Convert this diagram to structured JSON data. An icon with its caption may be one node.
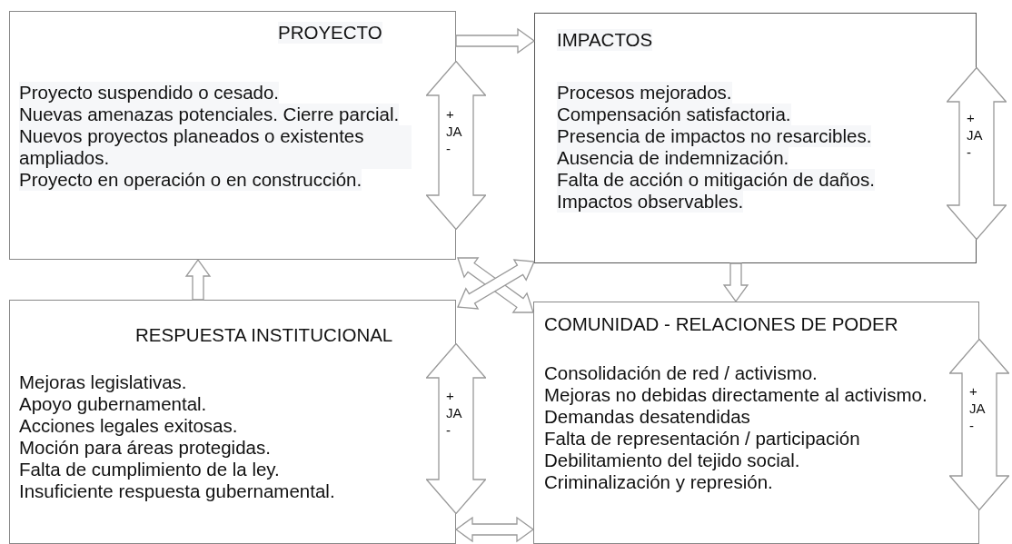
{
  "diagram": {
    "nodes": [
      {
        "text": [
          "PROYECTO",
          "Proyecto suspendido o cesado.",
          "Nuevas amenazas potenciales. Cierre parcial.",
          "Nuevos proyectos planeados o existentes ampliados.",
          "Proyecto en operación o en construcción."
        ]
      },
      {
        "text": [
          "+",
          "JA",
          "-"
        ]
      },
      {
        "text": [
          "IMPACTOS",
          "Procesos mejorados.",
          "Compensación satisfactoria.",
          "Presencia de impactos no resarcibles.",
          "Ausencia de indemnización.",
          "Falta de acción o mitigación de daños.",
          "Impactos observables."
        ]
      },
      {
        "text": [
          "+",
          "JA",
          "-"
        ]
      },
      {
        "text": [
          "RESPUESTA INSTITUCIONAL",
          "Mejoras legislativas.",
          "Apoyo gubernamental.",
          "Acciones legales exitosas.",
          "Moción para áreas protegidas.",
          "Falta de cumplimiento de la ley.",
          "Insuficiente respuesta gubernamental."
        ]
      },
      {
        "text": [
          "+",
          "JA",
          "-"
        ]
      },
      {
        "text": [
          "COMUNIDAD - RELACIONES DE PODER",
          "Consolidación de red / activismo.",
          "Mejoras no debidas directamente al activismo.",
          "Demandas desatendidas",
          "Falta de representación / participación",
          "Debilitamiento del tejido social.",
          "Criminalización y represión."
        ]
      },
      {
        "text": [
          "+",
          "JA",
          "-"
        ]
      }
    ],
    "edges": [
      {
        "from": 0,
        "to": 2,
        "arrow": "to"
      },
      {
        "from": 2,
        "to": 6,
        "arrow": "to"
      },
      {
        "from": 4,
        "to": 0,
        "arrow": "to"
      },
      {
        "from": 4,
        "to": 6,
        "arrow": "both"
      },
      {
        "from": 0,
        "to": 6,
        "arrow": "both"
      },
      {
        "from": 4,
        "to": 2,
        "arrow": "both"
      }
    ]
  }
}
